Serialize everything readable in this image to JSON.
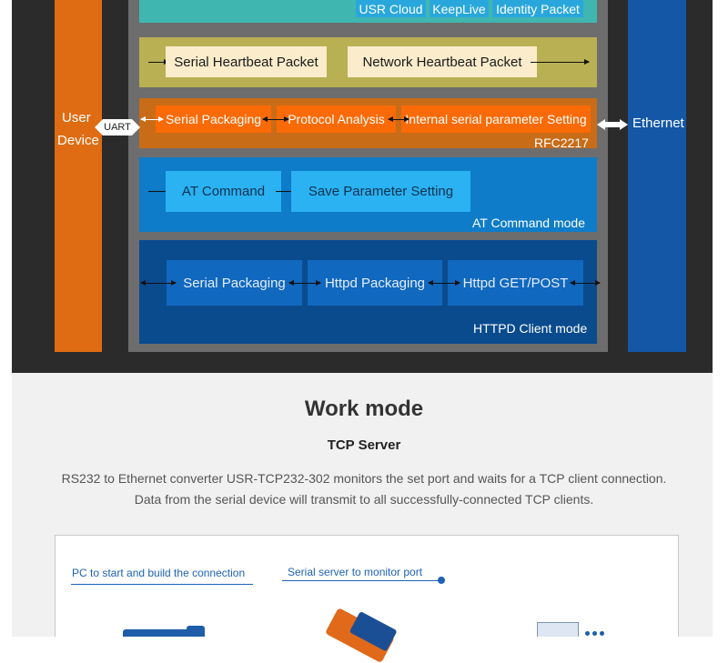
{
  "cloud_row": {
    "usr_cloud": "USR Cloud",
    "keeplive": "KeepLive",
    "identity_packet": "Identity Packet"
  },
  "heartbeat_row": {
    "serial": "Serial Heartbeat Packet",
    "network": "Network Heartbeat Packet"
  },
  "rfc_row": {
    "serial_packaging": "Serial Packaging",
    "protocol_analysis": "Protocol Analysis",
    "internal_setting": "Internal serial parameter Setting",
    "mode_label": "RFC2217"
  },
  "at_row": {
    "at_command": "AT Command",
    "save_parameter": "Save Parameter Setting",
    "mode_label": "AT Command mode"
  },
  "httpd_row": {
    "serial_packaging": "Serial Packaging",
    "httpd_packaging": "Httpd Packaging",
    "httpd_get_post": "Httpd GET/POST",
    "mode_label": "HTTPD Client mode"
  },
  "left_column": {
    "line1": "User",
    "line2": "Device",
    "uart": "UART"
  },
  "right_column": {
    "label": "Ethernet"
  },
  "work_mode": {
    "title": "Work mode",
    "subtitle": "TCP Server",
    "description_line1": "RS232 to Ethernet converter USR-TCP232-302 monitors the set port and waits for a TCP client connection.",
    "description_line2": "Data from the serial device will transmit to all successfully-connected TCP clients."
  },
  "connection_card": {
    "pc_label": "PC to start and build the connection",
    "server_label": "Serial server to monitor port"
  },
  "colors": {
    "orange": "#df6c12",
    "blue": "#1357a6",
    "teal": "#3fb7b0",
    "olive": "#b9b054",
    "at_blue": "#0e7cc8",
    "navy": "#0a4b8e"
  }
}
